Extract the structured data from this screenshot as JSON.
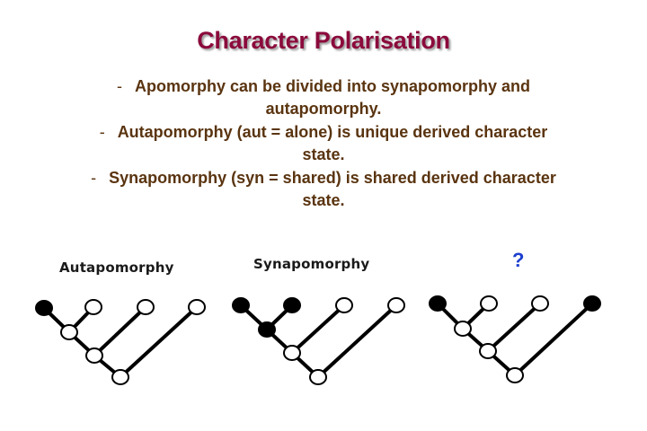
{
  "slide": {
    "title": "Character Polarisation",
    "bullets": [
      {
        "dash": "-",
        "text_line1": "Apomorphy can be divided into synapomorphy and",
        "text_line2": "autapomorphy."
      },
      {
        "dash": "-",
        "text_line1": "Autapomorphy (aut = alone) is unique derived character",
        "text_line2": "state."
      },
      {
        "dash": "-",
        "text_line1": "Synapomorphy (syn = shared) is shared derived character",
        "text_line2": "state."
      }
    ],
    "colors": {
      "title": "#8b0a3c",
      "bullets": "#5a3410",
      "question": "#1d3fcf"
    }
  },
  "diagrams": [
    {
      "label": "Autapomorphy",
      "leaves_filled": [
        true,
        false,
        false,
        false
      ],
      "internal_filled": [
        false,
        false,
        false
      ]
    },
    {
      "label": "Synapomorphy",
      "leaves_filled": [
        true,
        true,
        false,
        false
      ],
      "internal_filled": [
        true,
        false,
        false
      ]
    },
    {
      "label": "?",
      "leaves_filled": [
        true,
        false,
        false,
        true
      ],
      "internal_filled": [
        false,
        false,
        false
      ]
    }
  ]
}
